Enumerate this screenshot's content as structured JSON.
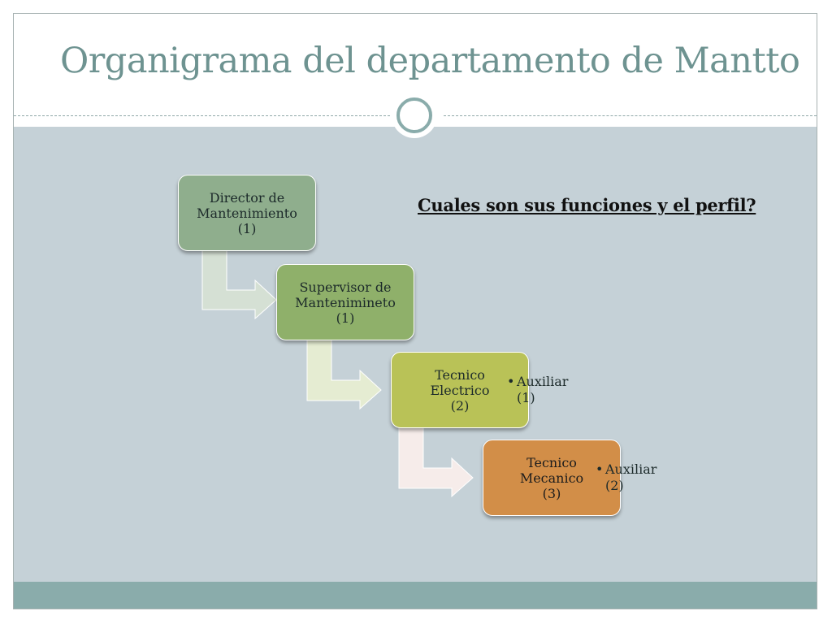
{
  "slide": {
    "title": "Organigrama del departamento de Mantto",
    "question": "Cuales son sus funciones y el perfil?"
  },
  "org": {
    "boxes": [
      {
        "lines": [
          "Director de",
          "Mantenimiento",
          "(1)"
        ],
        "color": "#8fae8d"
      },
      {
        "lines": [
          "Supervisor de",
          "Mantenimineto",
          "(1)"
        ],
        "color": "#8fb06a"
      },
      {
        "lines": [
          "Tecnico",
          "Electrico",
          "(2)"
        ],
        "color": "#b9c257"
      },
      {
        "lines": [
          "Tecnico",
          "Mecanico",
          "(3)"
        ],
        "color": "#d28e48"
      }
    ],
    "bullets": [
      {
        "dot": "•",
        "lines": [
          "Auxiliar",
          "(1)"
        ]
      },
      {
        "dot": "•",
        "lines": [
          "Auxiliar",
          "(2)"
        ]
      }
    ],
    "arrow_colors": [
      "#d5e0d4",
      "#e5ecd2",
      "#f6ecea"
    ]
  },
  "theme": {
    "title_color": "#6e9391",
    "band_color": "#c5d1d7",
    "footer_color": "#8aacab"
  }
}
